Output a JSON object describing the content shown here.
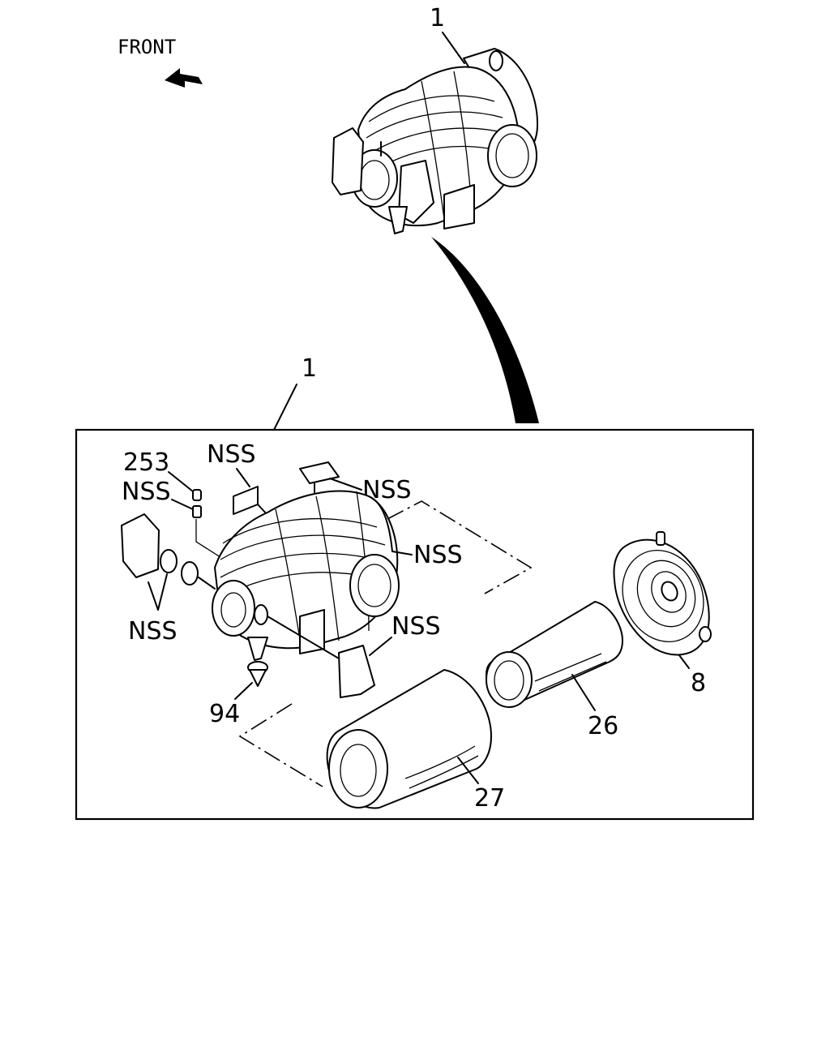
{
  "orientation": {
    "label": "FRONT"
  },
  "callouts": {
    "assembly_top": "1",
    "assembly_box": "1",
    "p253": "253",
    "nss_sticker_top": "NSS",
    "nss_label_right": "NSS",
    "nss_sensor": "NSS",
    "nss_outlet": "NSS",
    "nss_clamps": "NSS",
    "nss_bracket": "NSS",
    "p94": "94",
    "p27": "27",
    "p26": "26",
    "p8": "8"
  },
  "colors": {
    "ink": "#000000",
    "paper": "#ffffff"
  }
}
